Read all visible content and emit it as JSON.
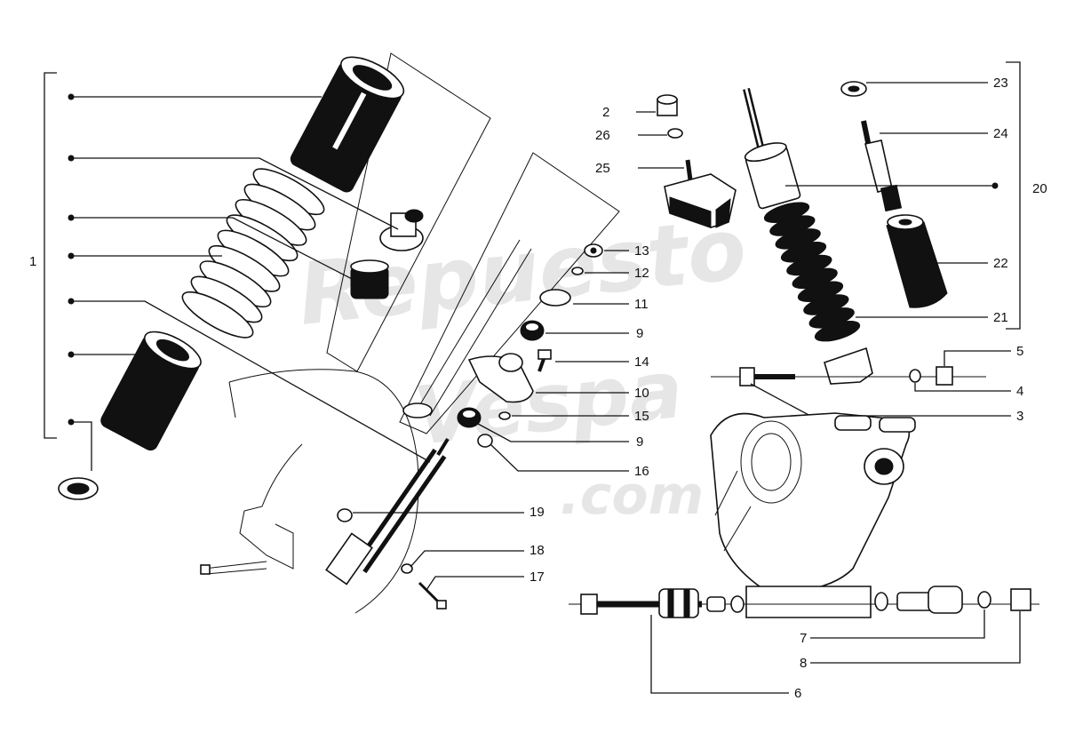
{
  "watermark": {
    "line1": "Repuesto",
    "line2": "Vespa",
    "line3": ".com"
  },
  "labels": {
    "p1": "1",
    "p2": "2",
    "p3": "3",
    "p4": "4",
    "p5": "5",
    "p6": "6",
    "p7": "7",
    "p8": "8",
    "p9a": "9",
    "p9b": "9",
    "p10": "10",
    "p11": "11",
    "p12": "12",
    "p13": "13",
    "p14": "14",
    "p15": "15",
    "p16": "16",
    "p17": "17",
    "p18": "18",
    "p19": "19",
    "p20": "20",
    "p21": "21",
    "p22": "22",
    "p23": "23",
    "p24": "24",
    "p25": "25",
    "p26": "26"
  }
}
